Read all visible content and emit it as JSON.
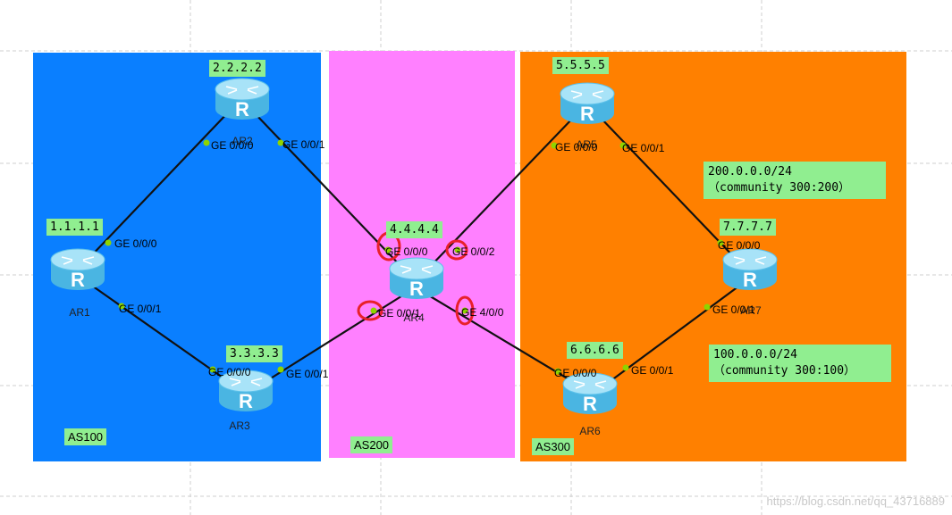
{
  "areas": [
    {
      "label": "AS100",
      "color": "#0a7fff"
    },
    {
      "label": "AS200",
      "color": "#ff80ff"
    },
    {
      "label": "AS300",
      "color": "#ff8000"
    }
  ],
  "routers": [
    {
      "id": "ar1",
      "name": "AR1",
      "loopback": "1.1.1.1"
    },
    {
      "id": "ar2",
      "name": "AR2",
      "loopback": "2.2.2.2"
    },
    {
      "id": "ar3",
      "name": "AR3",
      "loopback": "3.3.3.3"
    },
    {
      "id": "ar4",
      "name": "AR4",
      "loopback": "4.4.4.4"
    },
    {
      "id": "ar5",
      "name": "AR5",
      "loopback": "5.5.5.5"
    },
    {
      "id": "ar6",
      "name": "AR6",
      "loopback": "6.6.6.6"
    },
    {
      "id": "ar7",
      "name": "AR7",
      "loopback": "7.7.7.7"
    }
  ],
  "interfaces": {
    "ar1_g000": "GE 0/0/0",
    "ar1_g001": "GE 0/0/1",
    "ar2_g000": "GE 0/0/0",
    "ar2_g001": "GE 0/0/1",
    "ar3_g000": "GE 0/0/0",
    "ar3_g001": "GE 0/0/1",
    "ar4_g000": "GE 0/0/0",
    "ar4_g001": "GE 0/0/1",
    "ar4_g002": "GE 0/0/2",
    "ar4_g400": "GE 4/0/0",
    "ar5_g000": "GE 0/0/0",
    "ar5_g001": "GE 0/0/1",
    "ar6_g000": "GE 0/0/0",
    "ar6_g001": "GE 0/0/1",
    "ar7_g000": "GE 0/0/0",
    "ar7_g001": "GE 0/0/1"
  },
  "routes": [
    {
      "prefix": "200.0.0.0/24",
      "community": "（community 300:200）"
    },
    {
      "prefix": "100.0.0.0/24",
      "community": "（community 300:100）"
    }
  ],
  "watermark": "https://blog.csdn.net/qq_43716889",
  "colors": {
    "label_bg": "#90ee90",
    "link": "#111111",
    "port_dot": "#8fd400",
    "highlight": "#e8202a",
    "router_body": "#7fd3f5"
  }
}
